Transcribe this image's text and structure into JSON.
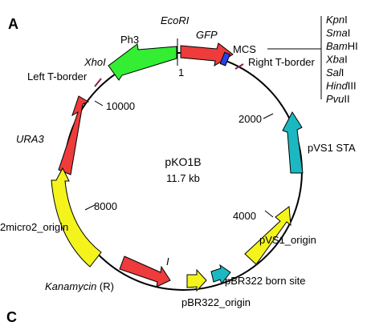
{
  "panel_label": "A",
  "panel_label_bottom": "C",
  "plasmid": {
    "name": "pKO1B",
    "size": "11.7 kb"
  },
  "features": {
    "ph3": "Ph3",
    "gfp": "GFP",
    "ecori": "EcoRI",
    "ecori_pos": "1",
    "xhoi": "XhoI",
    "left_t_border": "Left T-border",
    "right_t_border": "Right T-border",
    "mcs": "MCS",
    "ura3": "URA3",
    "micro2": "2micro2_origin",
    "kanamycin_italic": "Kanamycin",
    "kanamycin_r": " (R)",
    "kan_i": "I",
    "pbr322_origin": "pBR322_origin",
    "pbr322_born": "pBR322 born site",
    "pvs1_origin": "pVS1_origin",
    "pvs1_sta": "pVS1 STA"
  },
  "mcs_sites": [
    {
      "italic": "Kpn",
      "roman": "I"
    },
    {
      "italic": "Sma",
      "roman": "I"
    },
    {
      "italic": "Bam",
      "roman": "HI"
    },
    {
      "italic": "Xba",
      "roman": "I"
    },
    {
      "italic": "Sal",
      "roman": "I"
    },
    {
      "italic": "Hind",
      "roman": "III"
    },
    {
      "italic": "Pvu",
      "roman": "II"
    }
  ],
  "scale_ticks": [
    "2000",
    "4000",
    "8000",
    "10000"
  ],
  "colors": {
    "backbone": "#000000",
    "green": "#33ee33",
    "red": "#ee3b3b",
    "blue": "#2244ee",
    "teal": "#1cb8c2",
    "yellow": "#f4f41c",
    "border_mark": "#8b2252"
  }
}
